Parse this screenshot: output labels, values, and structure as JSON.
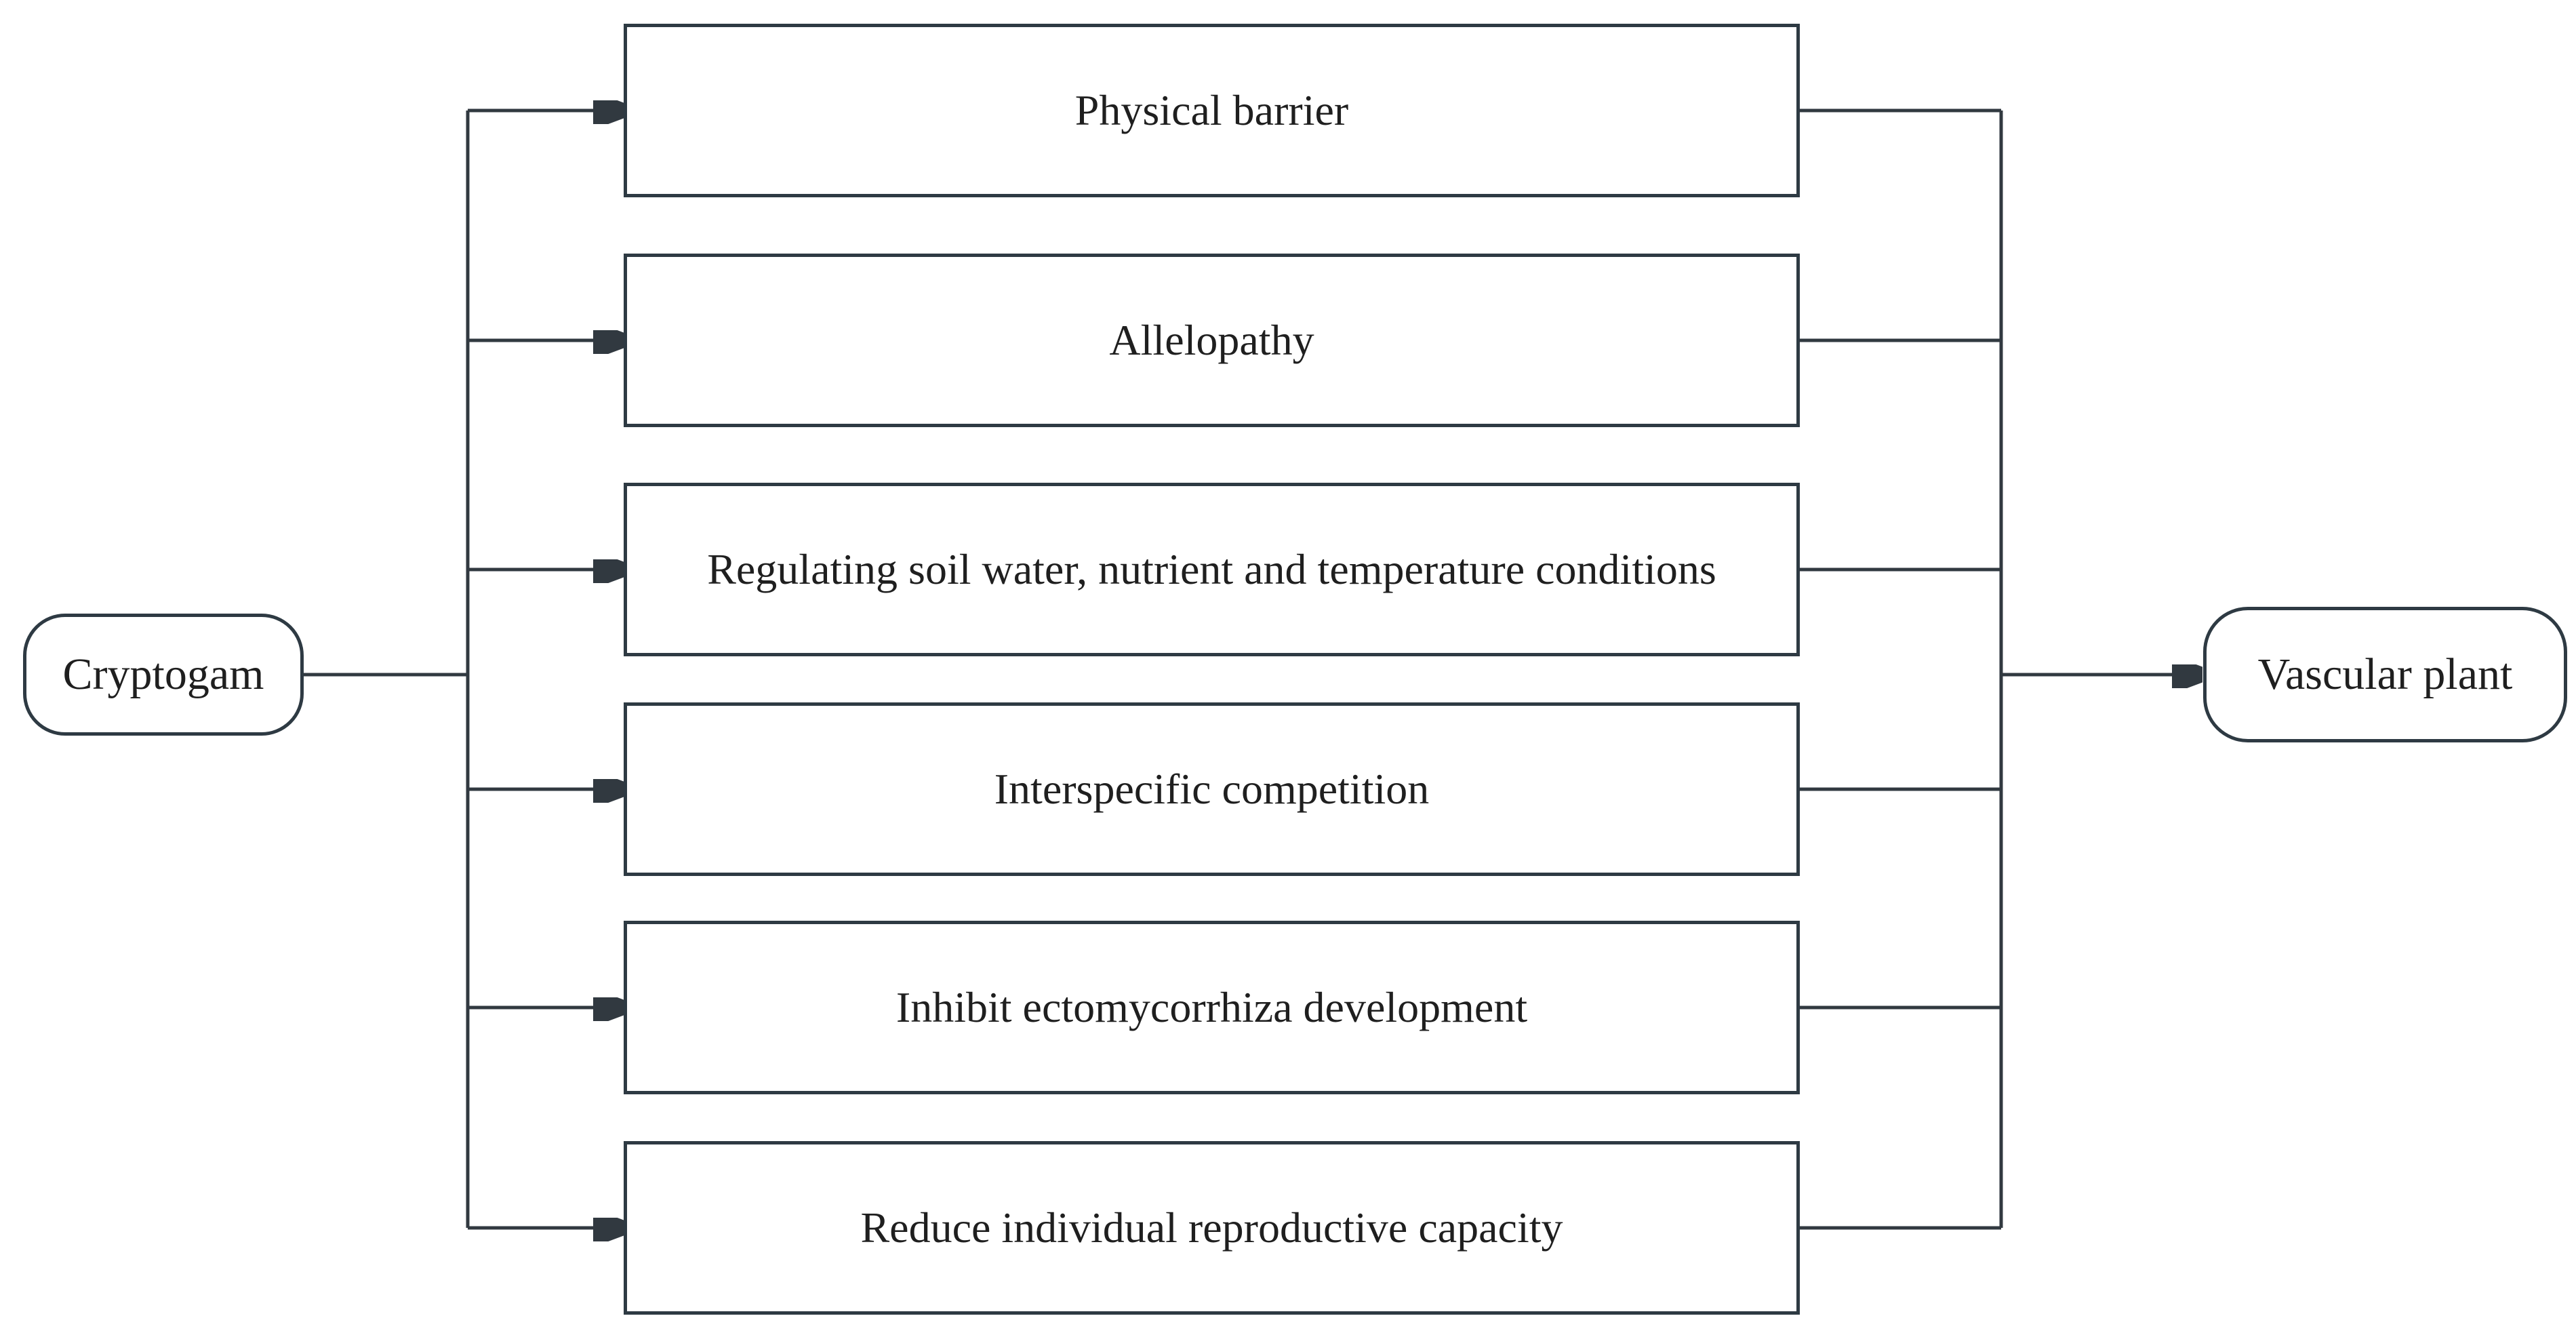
{
  "diagram": {
    "source": {
      "label": "Cryptogam",
      "shape": "rounded-rectangle"
    },
    "target": {
      "label": "Vascular plant",
      "shape": "rounded-rectangle"
    },
    "mechanisms": [
      {
        "label": "Physical barrier"
      },
      {
        "label": "Allelopathy"
      },
      {
        "label": "Regulating soil water, nutrient and temperature conditions"
      },
      {
        "label": "Interspecific competition"
      },
      {
        "label": "Inhibit ectomycorrhiza development"
      },
      {
        "label": "Reduce individual reproductive capacity"
      }
    ],
    "flow": "Cryptogam branches with arrows into each mechanism box; all mechanism boxes converge into an arrow pointing to Vascular plant",
    "colors": {
      "stroke": "#2e3a43",
      "line": "#313940",
      "text": "#1f1f1f",
      "background": "#ffffff"
    }
  }
}
